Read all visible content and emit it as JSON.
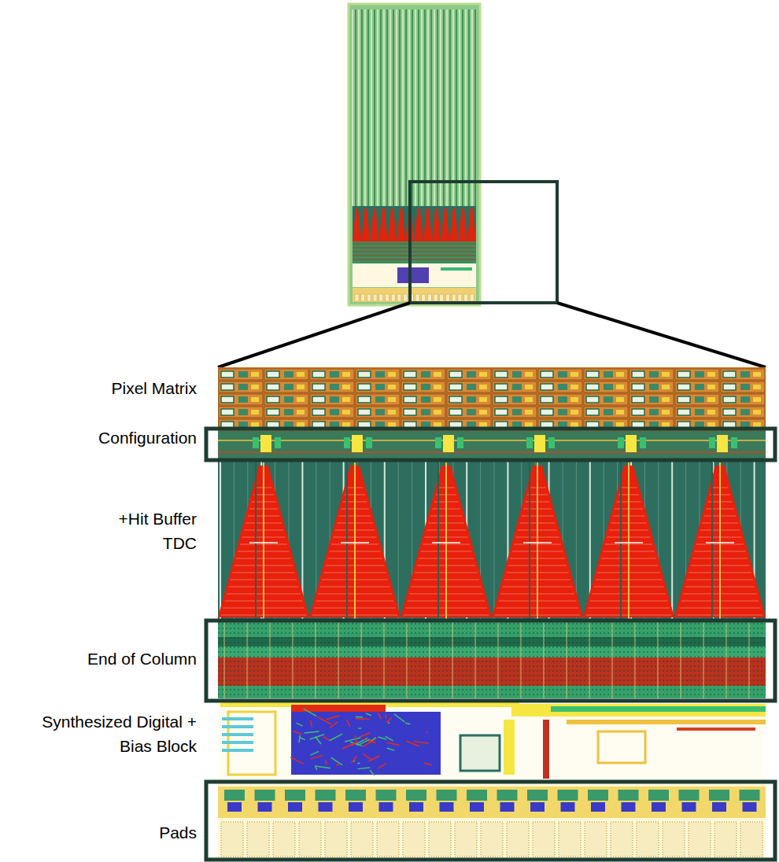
{
  "diagram": {
    "labels": [
      "Pixel Matrix",
      "Configuration",
      "+Hit Buffer TDC",
      "End of Column",
      "Synthesized Digital + Bias Block",
      "Pads"
    ]
  }
}
